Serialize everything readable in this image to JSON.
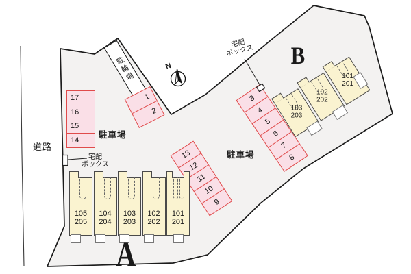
{
  "site": {
    "road_label": "道路",
    "parking_label_left": "駐車場",
    "parking_label_right": "駐車場",
    "bicycle_parking_label": "駐輪場",
    "delivery_box_a": {
      "line1": "宅配",
      "line2": "ボックス"
    },
    "delivery_box_b": {
      "line1": "宅配",
      "line2": "ボックス"
    },
    "north_label": "N"
  },
  "buildings": {
    "a": {
      "label": "A",
      "units": [
        {
          "line1": "105",
          "line2": "205"
        },
        {
          "line1": "104",
          "line2": "204"
        },
        {
          "line1": "103",
          "line2": "203"
        },
        {
          "line1": "102",
          "line2": "202"
        },
        {
          "line1": "101",
          "line2": "201"
        }
      ]
    },
    "b": {
      "label": "B",
      "units": [
        {
          "line1": "103",
          "line2": "203"
        },
        {
          "line1": "102",
          "line2": "202"
        },
        {
          "line1": "101",
          "line2": "201"
        }
      ]
    }
  },
  "parking": {
    "left_column": [
      "17",
      "16",
      "15",
      "14"
    ],
    "top_pair": [
      "1",
      "2"
    ],
    "middle_column": [
      "13",
      "12",
      "11",
      "10",
      "9"
    ],
    "right_column": [
      "3",
      "4",
      "5",
      "6",
      "7",
      "8"
    ]
  },
  "colors": {
    "site_fill": "#f3f2f1",
    "boundary": "#1c1c1c",
    "stall_fill": "#fadfe7",
    "stall_border": "#e04b4b",
    "building_fill": "#faf3d0",
    "building_border": "#4a4a4a",
    "text": "#1a1a1a"
  }
}
